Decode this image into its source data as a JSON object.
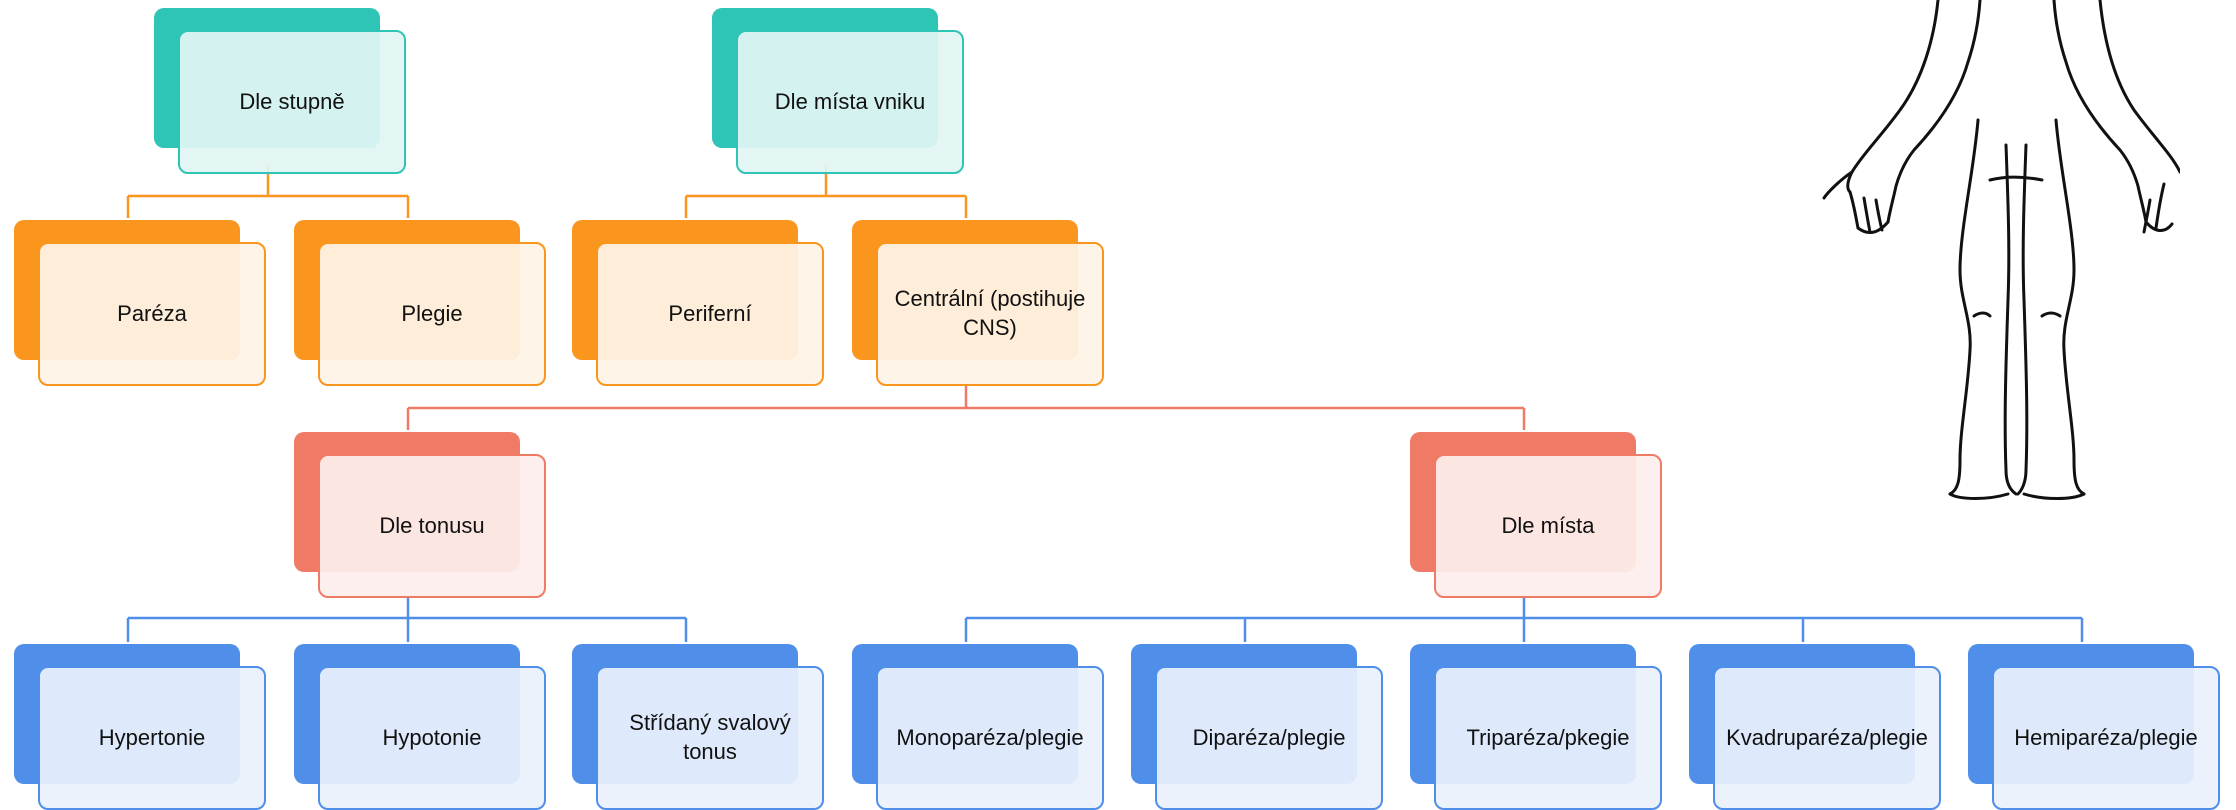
{
  "diagram": {
    "nodes": {
      "dle_stupne": "Dle stupně",
      "dle_mista_vniku": "Dle místa vniku",
      "pareza": "Paréza",
      "plegie": "Plegie",
      "periferni": "Periferní",
      "centralni": "Centrální (postihuje CNS)",
      "dle_tonusu": "Dle tonusu",
      "dle_mista": "Dle místa",
      "hypertonie": "Hypertonie",
      "hypotonie": "Hypotonie",
      "stridany": "Střídaný svalový tonus",
      "monopareza": "Monoparéza/plegie",
      "dipareza": "Diparéza/plegie",
      "tripareza": "Triparéza/pkegie",
      "kvadrupareza": "Kvadruparéza/plegie",
      "hemipareza": "Hemiparéza/plegie"
    },
    "colors": {
      "teal": "#2ec4b6",
      "orange": "#fa961e",
      "salmon": "#ef7b67",
      "blue": "#4f8fea"
    }
  },
  "figure": {
    "icon": "human-body-outline"
  }
}
